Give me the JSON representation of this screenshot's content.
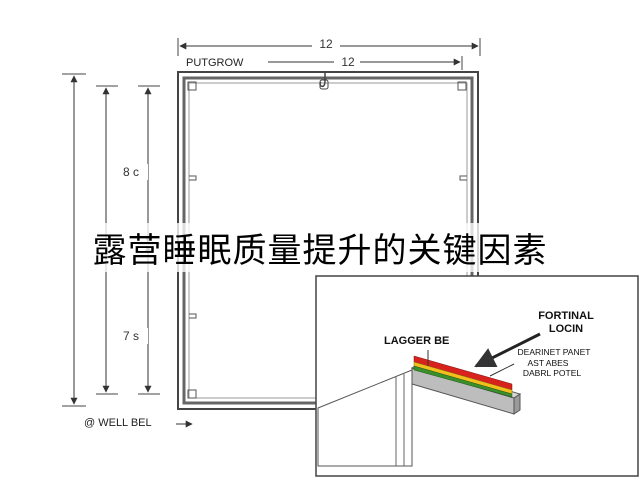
{
  "overlay_title": "露营睡眠质量提升的关键因素",
  "drawing": {
    "top_dimension": "12",
    "inner_dimension": "12",
    "frame_label": "PUTGROW",
    "upper_height": "8 c",
    "lower_height": "7 s",
    "bottom_label": "@ WELL BEL"
  },
  "detail": {
    "label_left": "LAGGER BE",
    "label_right_line1": "FORTINAL",
    "label_right_line2": "LOCIN",
    "label_small_line1": "DEARINET PANET",
    "label_small_line2": "AST ABES",
    "label_small_line3": "DABRL POTEL",
    "strip_colors": [
      "#d8231d",
      "#f2c01c",
      "#3a8f2b"
    ]
  }
}
